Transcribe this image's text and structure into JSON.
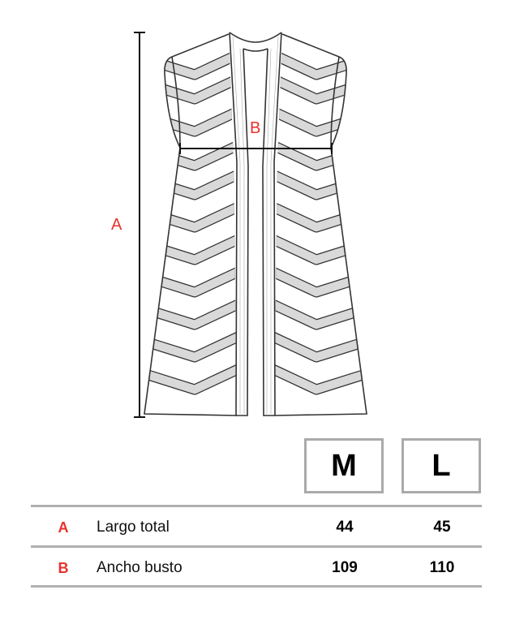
{
  "diagram": {
    "label_a": "A",
    "label_b": "B"
  },
  "table": {
    "sizes": [
      "M",
      "L"
    ],
    "rows": [
      {
        "key": "A",
        "name": "Largo total",
        "values": [
          "44",
          "45"
        ]
      },
      {
        "key": "B",
        "name": "Ancho busto",
        "values": [
          "109",
          "110"
        ]
      }
    ]
  },
  "colors": {
    "accent": "#e8322a",
    "rule": "#b0b0b0"
  }
}
